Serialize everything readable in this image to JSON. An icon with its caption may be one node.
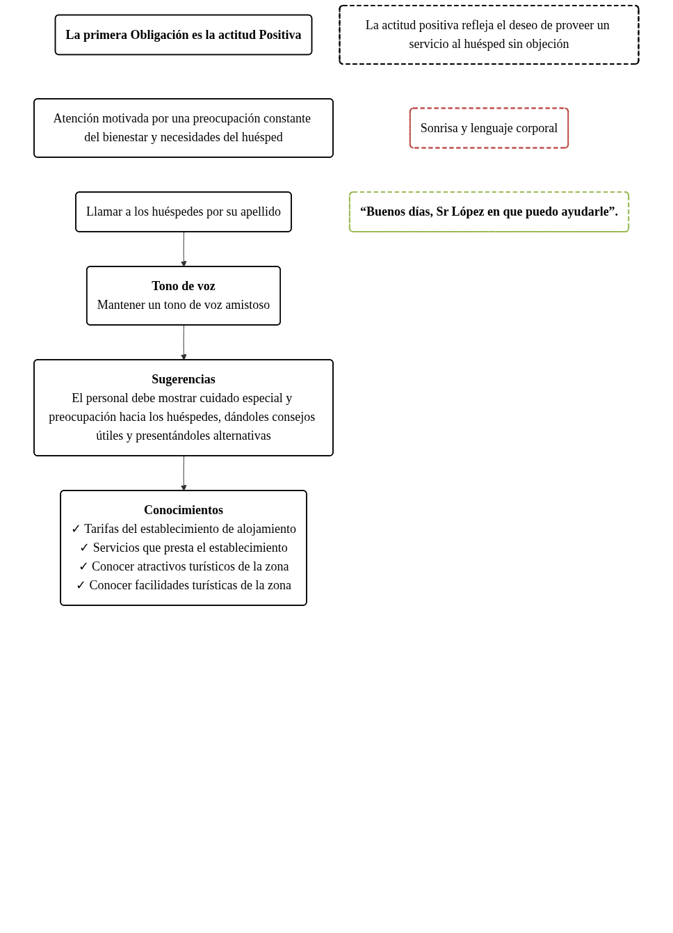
{
  "diagram": {
    "nodes": [
      {
        "text": [
          "La primera Obligación es la actitud Positiva"
        ]
      },
      {
        "text": [
          "La actitud positiva refleja el deseo de proveer un servicio al huésped sin objeción"
        ]
      },
      {
        "text": [
          "Atención motivada por una preocupación constante del bienestar y necesidades del huésped"
        ]
      },
      {
        "text": [
          "Sonrisa y lenguaje corporal"
        ]
      },
      {
        "text": [
          "Llamar a los huéspedes por su apellido"
        ]
      },
      {
        "text": [
          "“Buenos días, Sr López en que puedo ayudarle”."
        ]
      },
      {
        "text": [
          "Tono de voz",
          "Mantener un tono de voz amistoso"
        ]
      },
      {
        "text": [
          "Sugerencias",
          "El personal debe mostrar cuidado especial y preocupación hacia los huéspedes, dándoles consejos útiles y presentándoles alternativas"
        ]
      },
      {
        "text": [
          "Conocimientos",
          "✓ Tarifas del establecimiento de alojamiento",
          "✓ Servicios que presta el establecimiento",
          "✓ Conocer atractivos turísticos de la zona",
          "✓ Conocer facilidades turísticas de la zona"
        ]
      }
    ],
    "edges": [
      {
        "from": 4,
        "to": 6,
        "arrow": "to"
      },
      {
        "from": 6,
        "to": 7,
        "arrow": "to"
      },
      {
        "from": 7,
        "to": 8,
        "arrow": "to"
      }
    ]
  }
}
